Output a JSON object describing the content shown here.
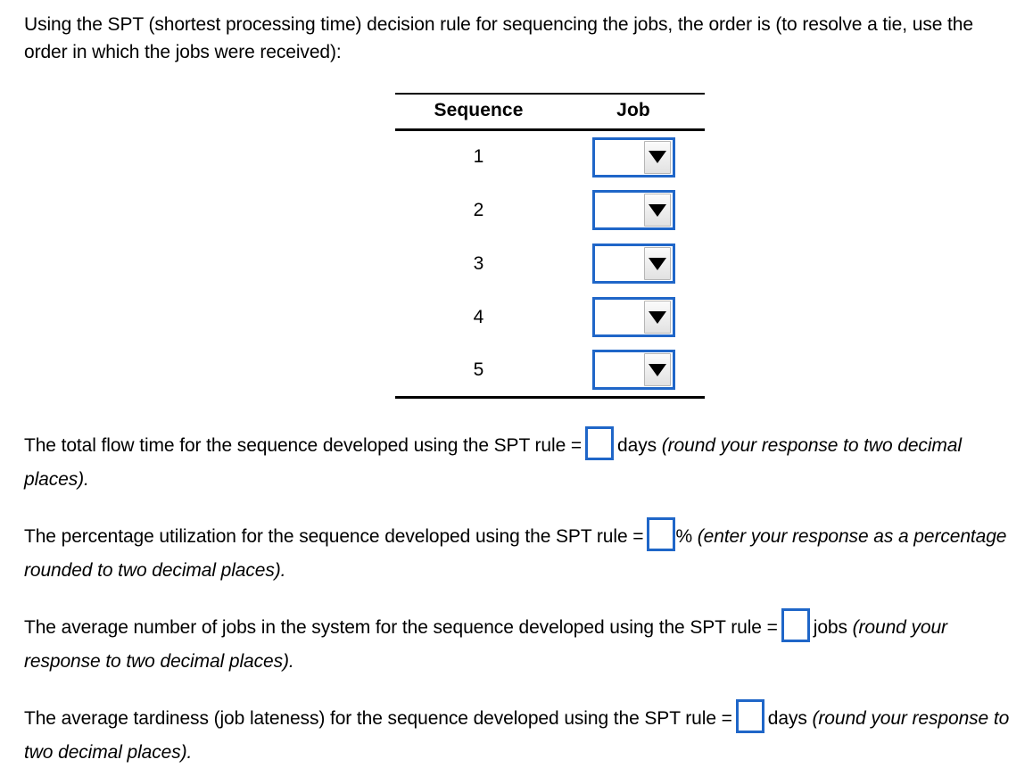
{
  "intro": {
    "text": "Using the SPT (shortest processing time) decision rule for sequencing the jobs, the order is (to resolve a tie, use the order in which the jobs were received):"
  },
  "table": {
    "headers": [
      "Sequence",
      "Job"
    ],
    "rows": [
      {
        "sequence": "1",
        "job_value": ""
      },
      {
        "sequence": "2",
        "job_value": ""
      },
      {
        "sequence": "3",
        "job_value": ""
      },
      {
        "sequence": "4",
        "job_value": ""
      },
      {
        "sequence": "5",
        "job_value": ""
      }
    ]
  },
  "questions": {
    "q1": {
      "lead": "The total flow time for the sequence developed using the SPT rule =",
      "value": "",
      "unit": "days",
      "note": "(round your response to two decimal places)."
    },
    "q2": {
      "lead": "The percentage utilization for the sequence developed using the SPT rule =",
      "value": "",
      "unit": "%",
      "note": "(enter your response as a percentage rounded to two decimal places)."
    },
    "q3": {
      "lead": "The average number of jobs in the system for the sequence developed using the SPT rule =",
      "value": "",
      "unit": "jobs",
      "note": "(round your response to two decimal places)."
    },
    "q4": {
      "lead": "The average tardiness (job lateness) for the sequence developed using the SPT rule =",
      "value": "",
      "unit": "days",
      "note": "(round your response to two decimal places)."
    }
  },
  "colors": {
    "input_border": "#1f66c8",
    "text": "#000000",
    "background": "#ffffff",
    "dropdown_button": "#e2e2e2"
  },
  "icons": {
    "dropdown_arrow": "triangle-down-icon"
  }
}
